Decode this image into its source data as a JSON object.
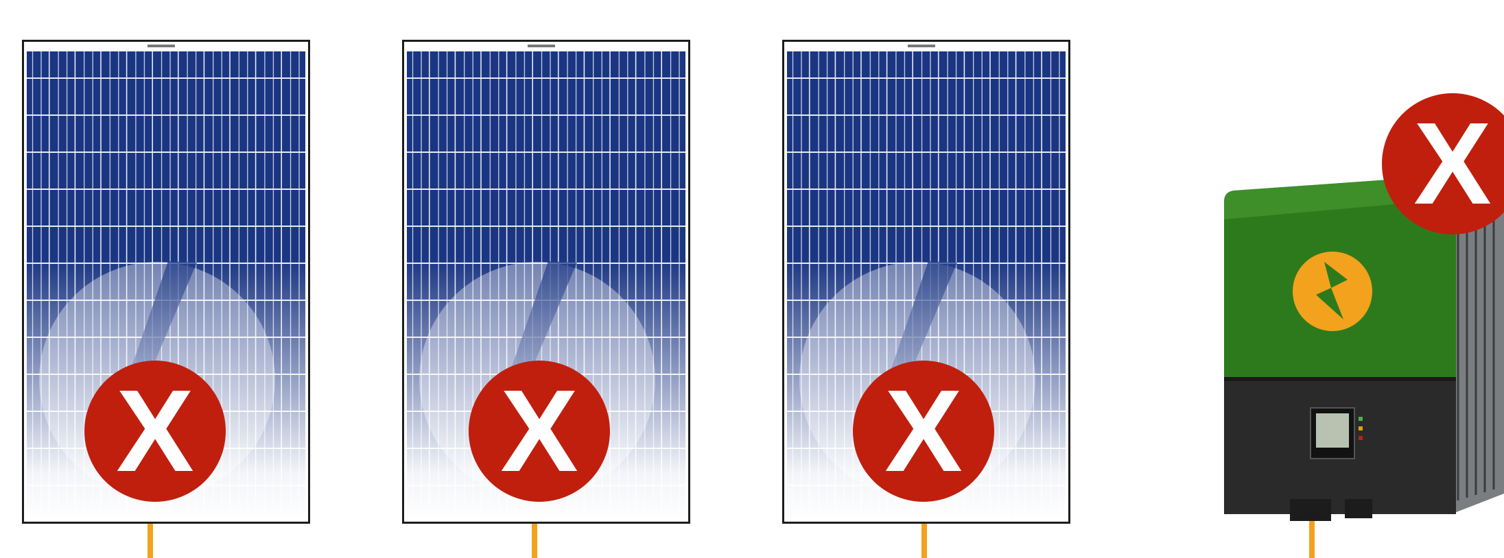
{
  "scene": {
    "panel_count": 3,
    "status_mark": "X",
    "colors": {
      "panel_blue": "#1a3582",
      "panel_frame": "#1d1d1d",
      "wire_orange": "#f3a21d",
      "error_red": "#c01f0e",
      "inverter_green": "#2d7a1c",
      "inverter_base": "#2a2a2a",
      "logo_orange": "#f3a21d"
    }
  },
  "panels": [
    {
      "status_mark": "X"
    },
    {
      "status_mark": "X"
    },
    {
      "status_mark": "X"
    }
  ],
  "inverter": {
    "status_mark": "X"
  }
}
